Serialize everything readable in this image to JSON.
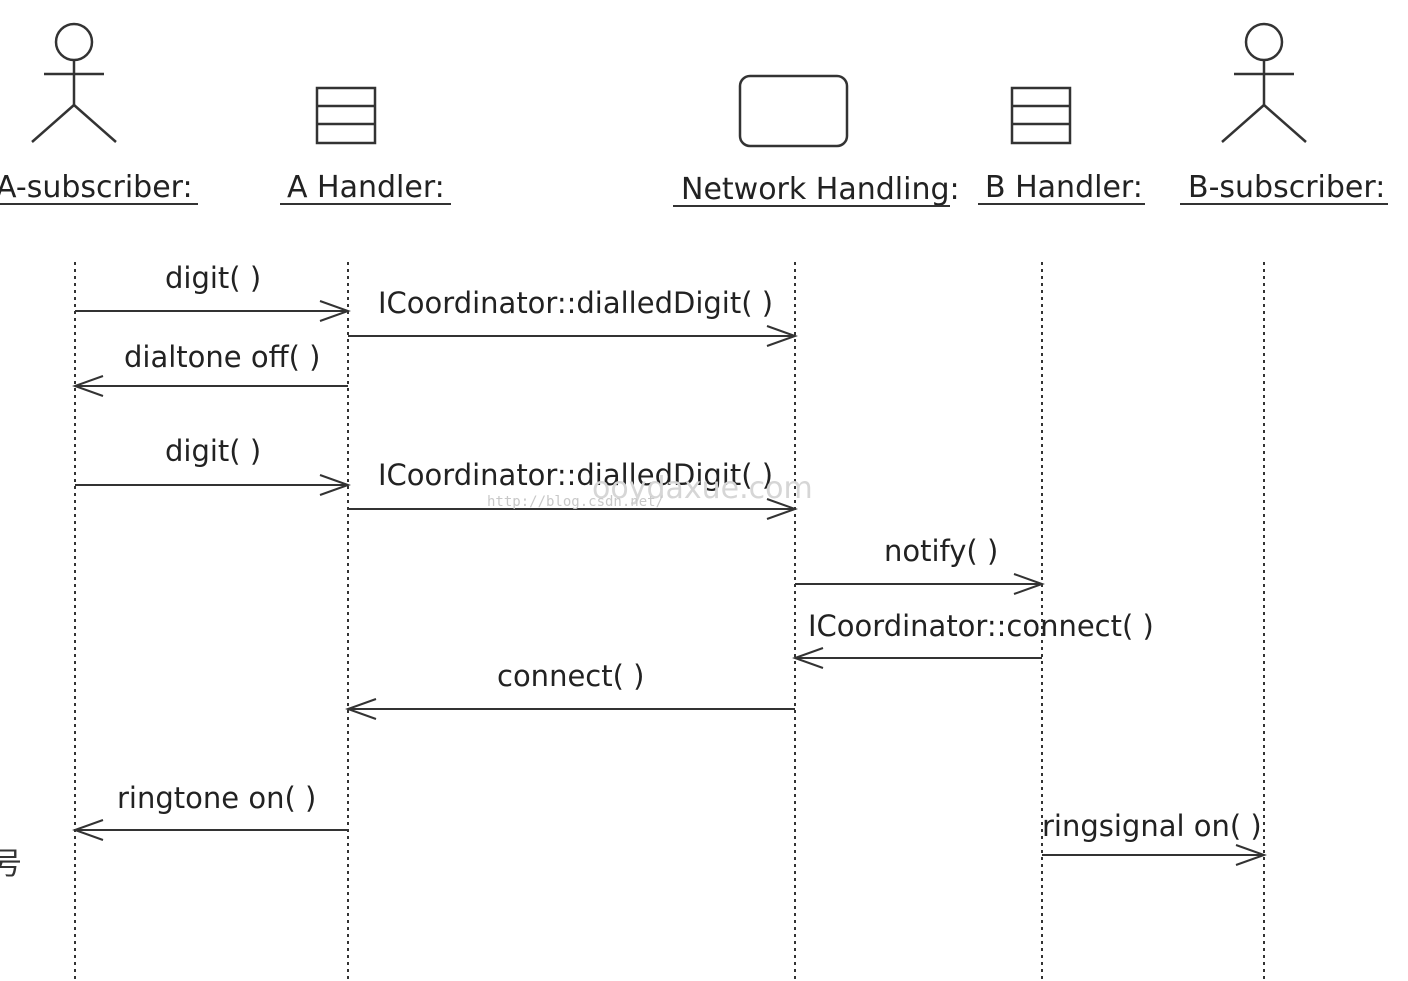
{
  "participants": [
    {
      "id": "a_sub",
      "kind": "actor",
      "label": "A-subscriber:"
    },
    {
      "id": "a_handler",
      "kind": "object",
      "label": "A Handler:"
    },
    {
      "id": "network",
      "kind": "boundary",
      "label": "Network Handling:"
    },
    {
      "id": "b_handler",
      "kind": "object",
      "label": "B Handler:"
    },
    {
      "id": "b_sub",
      "kind": "actor",
      "label": "B-subscriber:"
    }
  ],
  "messages": [
    {
      "from": "a_sub",
      "to": "a_handler",
      "label": "digit( )"
    },
    {
      "from": "a_handler",
      "to": "network",
      "label": "ICoordinator::dialledDigit( )"
    },
    {
      "from": "a_handler",
      "to": "a_sub",
      "label": "dialtone off( )"
    },
    {
      "from": "a_sub",
      "to": "a_handler",
      "label": "digit( )"
    },
    {
      "from": "a_handler",
      "to": "network",
      "label": "ICoordinator::dialledDigit( )"
    },
    {
      "from": "network",
      "to": "b_handler",
      "label": "notify( )"
    },
    {
      "from": "b_handler",
      "to": "network",
      "label": "ICoordinator::connect( )"
    },
    {
      "from": "network",
      "to": "a_handler",
      "label": "connect( )"
    },
    {
      "from": "a_handler",
      "to": "a_sub",
      "label": "ringtone on( )"
    },
    {
      "from": "b_handler",
      "to": "b_sub",
      "label": "ringsignal on( )"
    }
  ],
  "watermark": {
    "url": "http://blog.csdn.net/",
    "site": "ooydaxue.com"
  },
  "edge_fragment": "号",
  "colors": {
    "line": "#333333",
    "text": "#222222",
    "watermark": "#c8c8c8"
  }
}
